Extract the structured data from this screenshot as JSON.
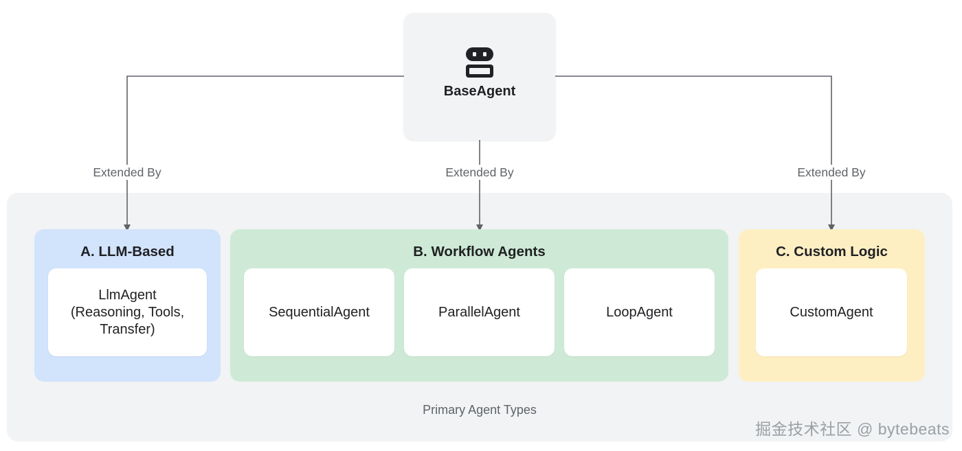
{
  "root": {
    "title": "BaseAgent",
    "icon": "robot-icon"
  },
  "edges": [
    {
      "label": "Extended By",
      "to": "A. LLM-Based"
    },
    {
      "label": "Extended By",
      "to": "B. Workflow Agents"
    },
    {
      "label": "Extended By",
      "to": "C. Custom Logic"
    }
  ],
  "panel": {
    "caption": "Primary Agent Types"
  },
  "groups": [
    {
      "title": "A. LLM-Based",
      "color": "#d2e3fc",
      "items": [
        "LlmAgent\n(Reasoning, Tools,\nTransfer)"
      ]
    },
    {
      "title": "B. Workflow Agents",
      "color": "#ceead6",
      "items": [
        "SequentialAgent",
        "ParallelAgent",
        "LoopAgent"
      ]
    },
    {
      "title": "C. Custom Logic",
      "color": "#feefc3",
      "items": [
        "CustomAgent"
      ]
    }
  ],
  "watermark": "掘金技术社区 @ bytebeats",
  "colors": {
    "connector": "#5f6368",
    "panel_bg": "#f1f3f4",
    "root_bg": "#f1f3f4"
  }
}
